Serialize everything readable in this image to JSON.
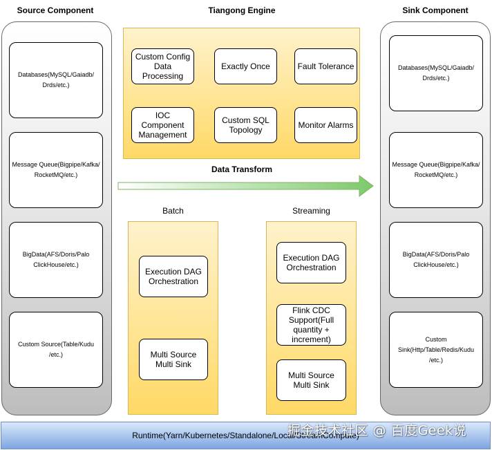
{
  "source": {
    "title": "Source Component",
    "items": [
      "Databases(MySQL/Gaiadb/\nDrds/etc.)",
      "Message Queue(Bigpipe/Kafka/\nRocketMQ/etc.)",
      "BigData(AFS/Doris/Palo\nClickHouse/etc.)",
      "Custom Source(Table/Kudu\n/etc.)"
    ]
  },
  "sink": {
    "title": "Sink Component",
    "items": [
      "Databases(MySQL/Gaiadb/\nDrds/etc.)",
      "Message Queue(Bigpipe/Kafka/\nRocketMQ/etc.)",
      "BigData(AFS/Doris/Palo\nClickHouse/etc.)",
      "Custom\nSink(Http/Table/Redis/Kudu\n/etc.)"
    ]
  },
  "engine": {
    "title": "Tiangong Engine",
    "features": [
      "Custom Config Data Processing",
      "Exactly Once",
      "Fault Tolerance",
      "IOC Component Management",
      "Custom SQL Topology",
      "Monitor Alarms"
    ]
  },
  "transform": {
    "label": "Data Transform"
  },
  "batch": {
    "title": "Batch",
    "items": [
      "Execution DAG Orchestration",
      "Multi Source Multi Sink"
    ]
  },
  "streaming": {
    "title": "Streaming",
    "items": [
      "Execution DAG Orchestration",
      "Flink CDC Support(Full quantity + increment)",
      "Multi Source Multi Sink"
    ]
  },
  "runtime": {
    "label": "Runtime(Yarn/Kubernetes/Standalone/Local/StreamCompute)"
  },
  "watermark": "掘金技术社区 @ 百度Geek说",
  "colors": {
    "engine_fill": "#fff2cc",
    "engine_fill_dark": "#ffd966",
    "engine_border": "#d6b656",
    "arrow": "#7cc96a",
    "runtime_fill": "#dae8fc",
    "runtime_fill_dark": "#7ea6e0",
    "runtime_border": "#6c8ebf",
    "column_fill": "#bdbdbd"
  }
}
